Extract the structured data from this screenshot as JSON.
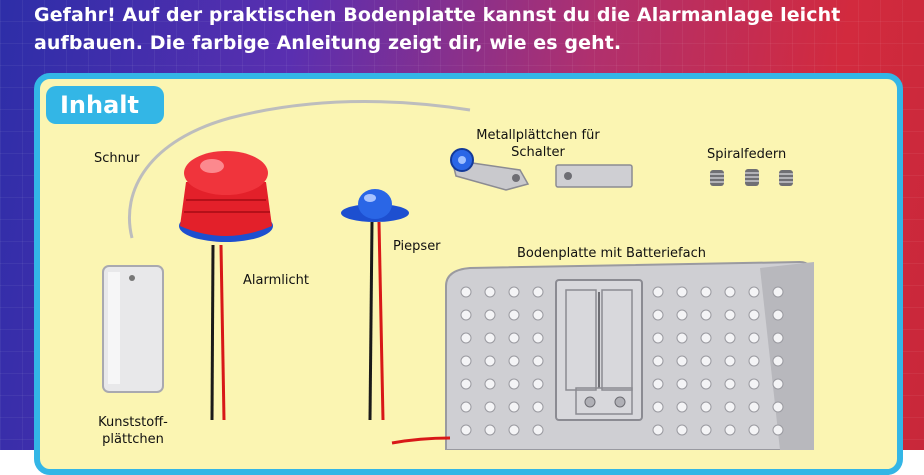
{
  "intro": {
    "line1": "Gefahr! Auf der praktischen Bodenplatte kannst du die Alarmanlage leicht",
    "line2": "aufbauen. Die farbige Anleitung zeigt dir, wie es geht."
  },
  "panel": {
    "title": "Inhalt"
  },
  "labels": {
    "schnur": "Schnur",
    "alarmlicht": "Alarmlicht",
    "piepser": "Piepser",
    "metall_line1": "Metallplättchen für",
    "metall_line2": "Schalter",
    "spiralfedern": "Spiralfedern",
    "bodenplatte": "Bodenplatte mit Batteriefach",
    "kunst_line1": "Kunststoff-",
    "kunst_line2": "plättchen"
  },
  "colors": {
    "panel_bg": "#fbf5b2",
    "panel_border": "#33b6e6",
    "siren_red": "#e3202a",
    "siren_blue": "#1d4fd0"
  }
}
